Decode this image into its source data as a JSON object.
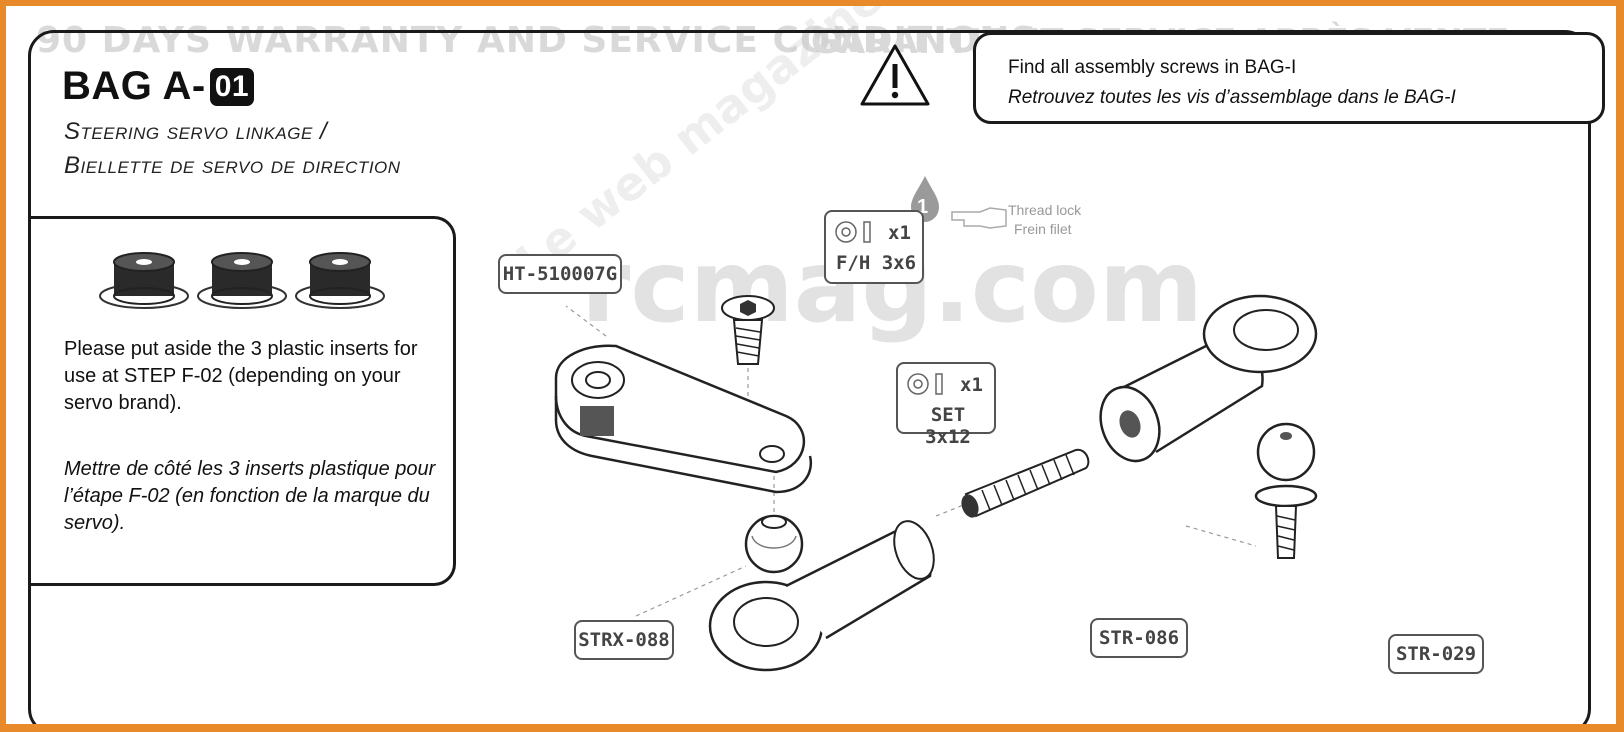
{
  "bag": {
    "title": "BAG A-",
    "number": "01",
    "subtitle_en": "Steering servo linkage /",
    "subtitle_fr": "Biellette de servo de direction"
  },
  "notice": {
    "line_en": "Find all assembly screws in BAG-I",
    "line_fr": "Retrouvez toutes les vis d’assemblage dans le BAG-I",
    "icon": "warning-triangle-icon"
  },
  "inserts_note": {
    "text_en": "Please put aside the 3 plastic inserts for use at STEP F-02 (depending on your servo brand).",
    "text_fr": "Mettre de côté les 3 inserts plastique pour l’étape F-02 (en fonction de la marque du servo)."
  },
  "thread_lock": {
    "step": "1",
    "label_en": "Thread lock",
    "label_fr": "Frein filet"
  },
  "screws": [
    {
      "qty": "x1",
      "size": "F/H 3x6"
    },
    {
      "qty": "x1",
      "size": "SET 3x12"
    }
  ],
  "parts": {
    "servo_horn": "HT-510007G",
    "ball": "STRX-088",
    "rod_end": "STR-086",
    "ball_stud": "STR-029"
  },
  "background": {
    "heading1": "90 DAYS WARRANTY AND SERVICE CONDITIONS",
    "heading2": "GARANTIE ET SERVICE APRÈS-VENTE",
    "watermark_site": "rcmag.com",
    "watermark_mag": "Le web magazine du modélisme"
  }
}
